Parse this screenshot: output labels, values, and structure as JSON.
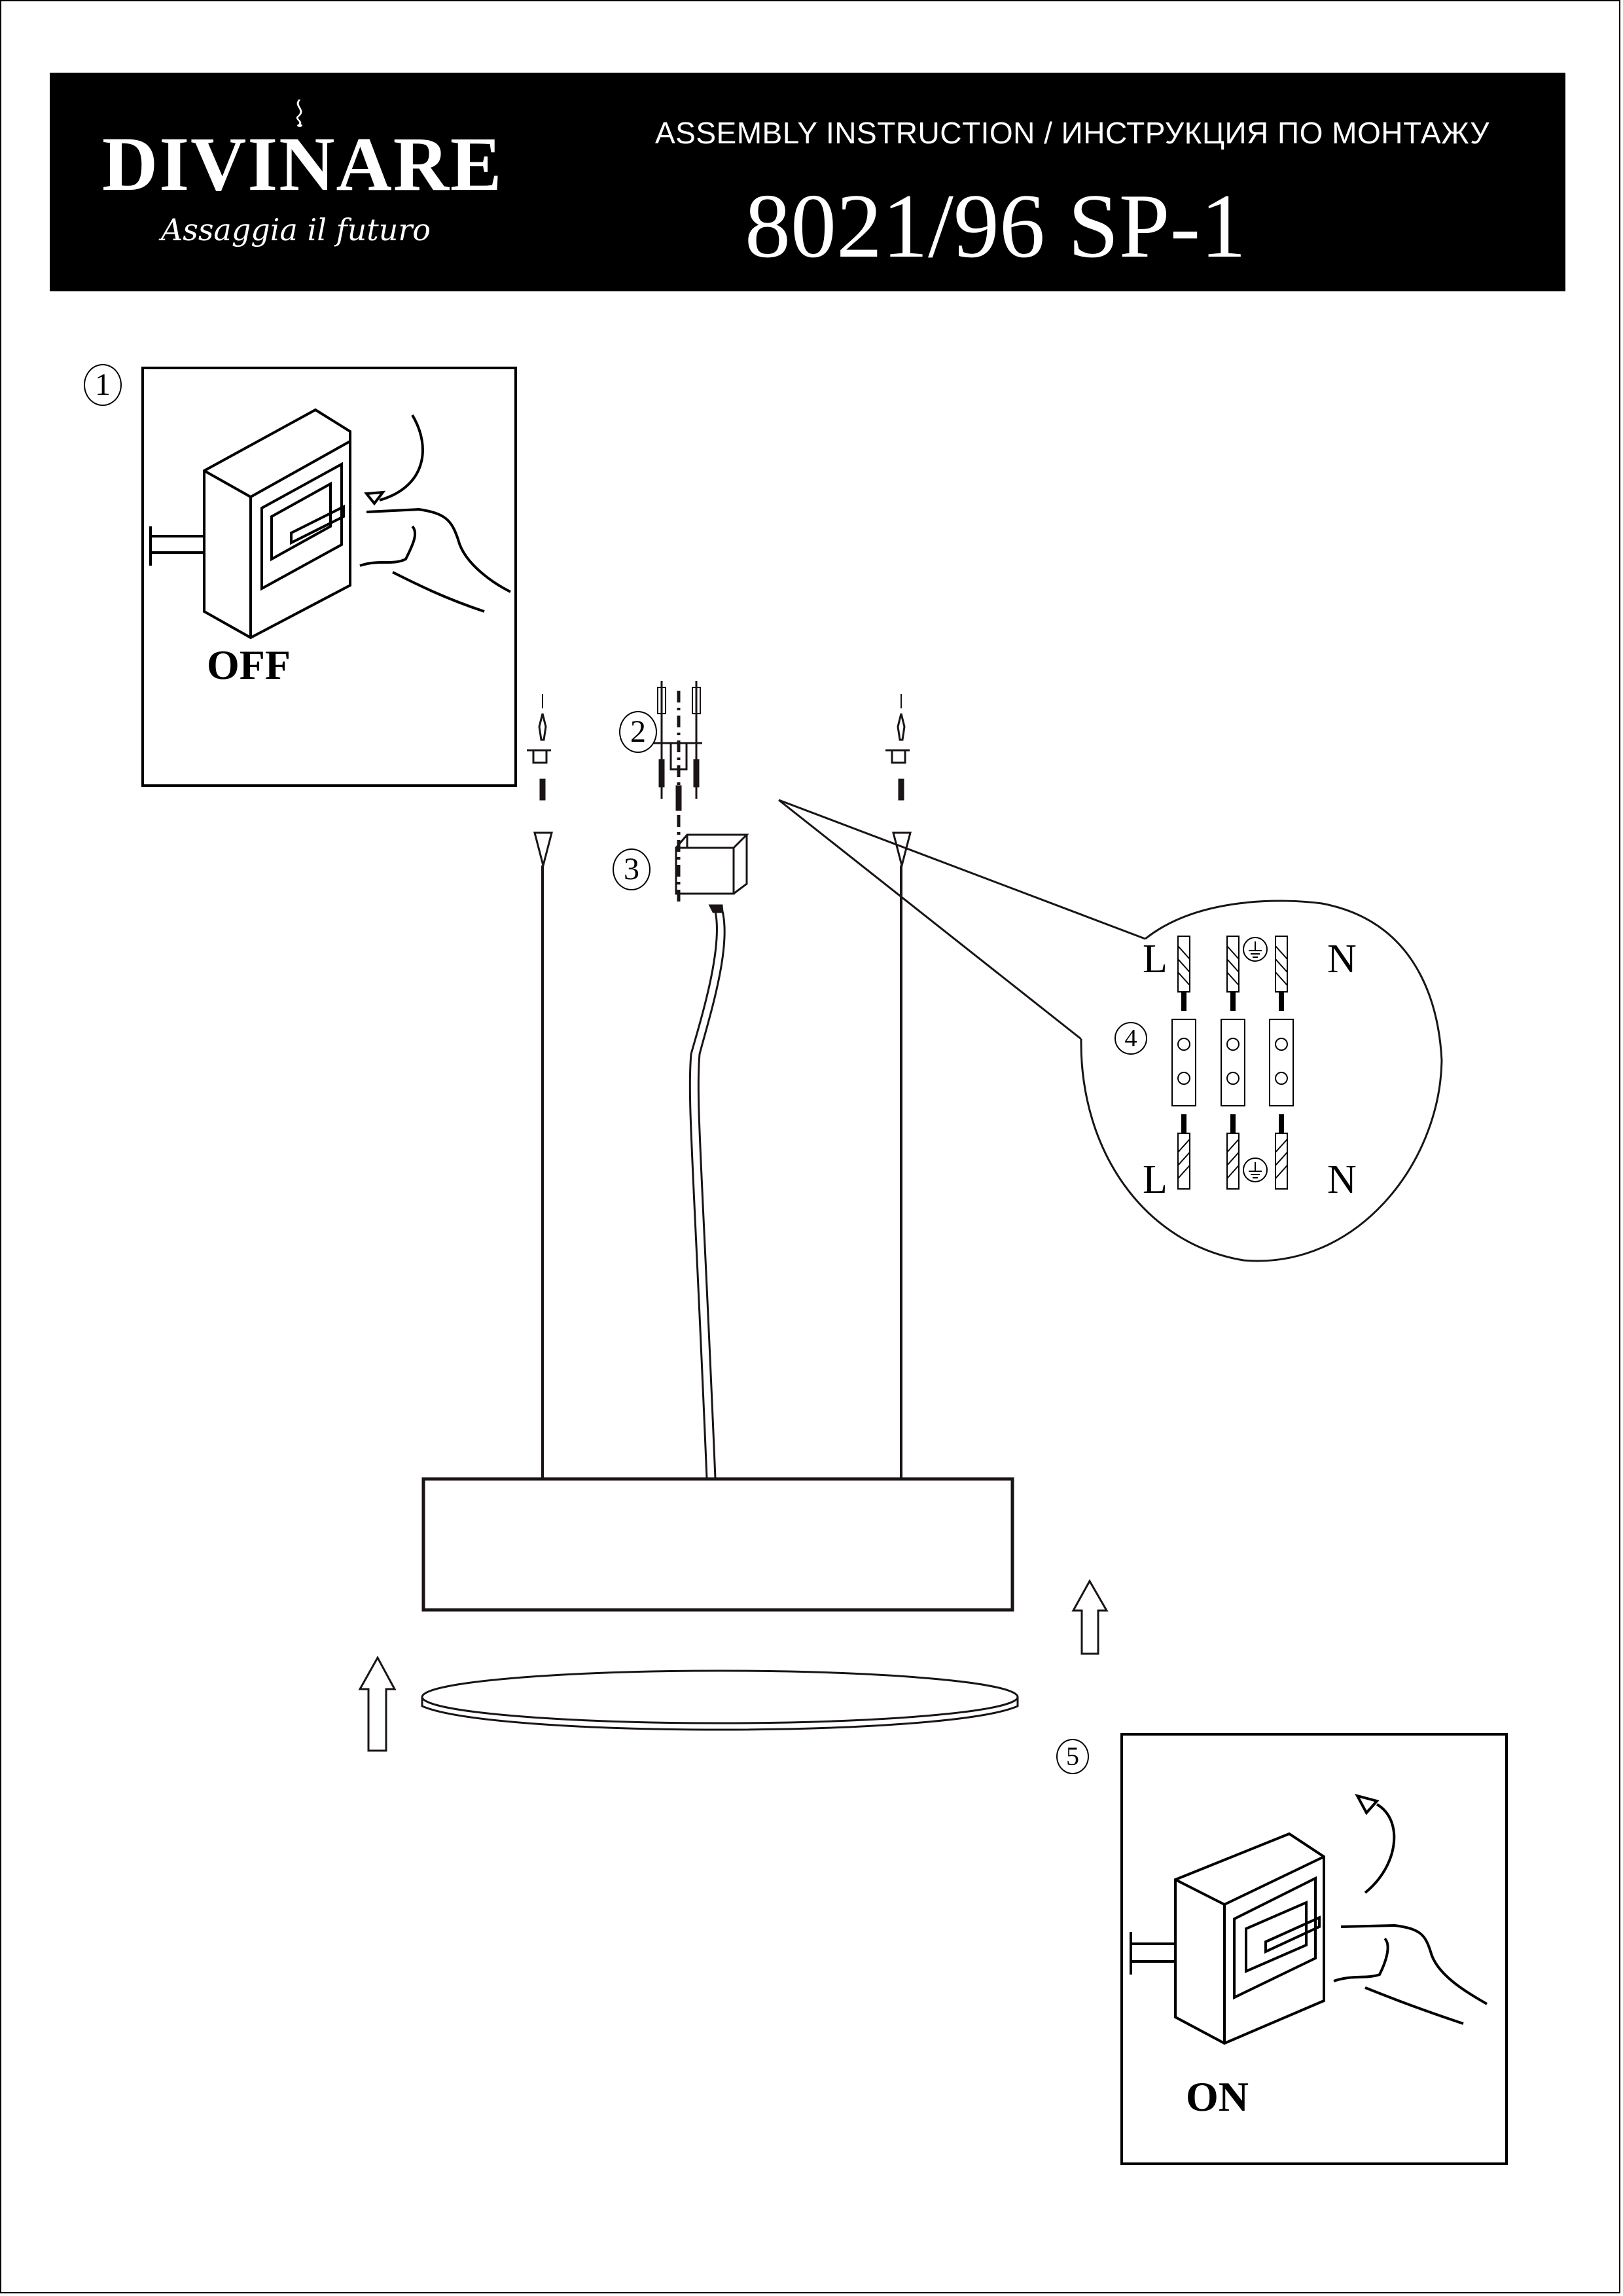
{
  "header": {
    "brand": "DIVINARE",
    "tagline": "Assaggia il futuro",
    "subtitle": "ASSEMBLY INSTRUCTION / ИНСТРУКЦИЯ ПО МОНТАЖУ",
    "model": "8021/96 SP-1",
    "background": "#000000",
    "text_color": "#ffffff"
  },
  "steps": [
    {
      "number": "1",
      "label": "OFF",
      "icon": "power-switch-off-icon"
    },
    {
      "number": "2",
      "icon": "ceiling-mount-hardware-icon"
    },
    {
      "number": "3",
      "icon": "canopy-box-icon"
    },
    {
      "number": "4",
      "icon": "wiring-terminal-icon"
    },
    {
      "number": "5",
      "label": "ON",
      "icon": "power-switch-on-icon"
    }
  ],
  "wiring": {
    "top_left": "L",
    "top_right": "N",
    "bottom_left": "L",
    "bottom_right": "N",
    "ground_icon": "ground-symbol-icon",
    "terminal_count": 3
  },
  "colors": {
    "ink": "#1a1414",
    "paper": "#ffffff"
  }
}
